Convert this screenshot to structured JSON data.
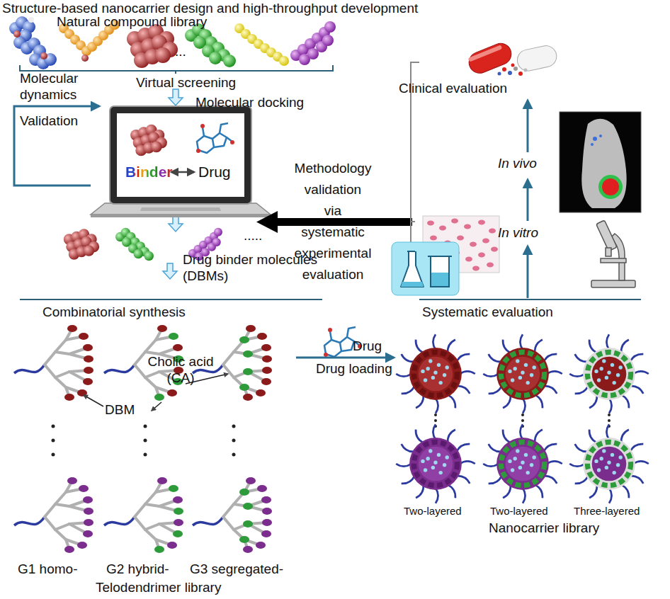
{
  "diagram": {
    "title": "Structure-based nanocarrier design and high-throughput development",
    "nodes": [
      {
        "text": [
          "Binder",
          "Drug"
        ]
      }
    ],
    "labels": [
      "Natural compound library",
      "...",
      "Virtual screening",
      "Molecular docking",
      "Molecular dynamics",
      "Validation",
      "Methodology validation via systematic experimental evaluation",
      "Clinical evaluation",
      "In vivo",
      "In vitro",
      ".....",
      "Drug binder molecules (DBMs)",
      "Combinatorial synthesis",
      "Systematic evaluation",
      "DBM",
      "Cholic acid (CA)",
      "Drug",
      "Drug loading",
      "G1 homo-",
      "G2 hybrid-",
      "G3 segregated-",
      "Telodendrimer library",
      "Two-layered",
      "Two-layered",
      "Three-layered",
      "Nanocarrier library"
    ]
  }
}
